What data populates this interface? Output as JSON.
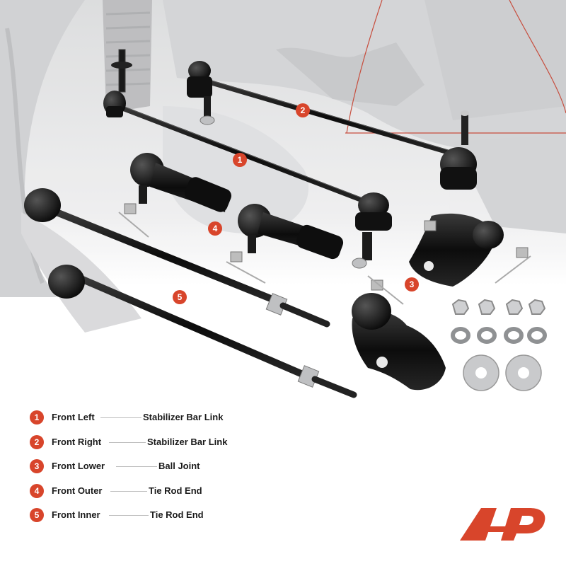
{
  "colors": {
    "accent": "#d8452b",
    "text": "#1a1a1a",
    "part": "#141414"
  },
  "callouts": [
    "1",
    "2",
    "3",
    "4",
    "5"
  ],
  "legend": [
    {
      "num": "1",
      "position": "Front Left",
      "part": "Stabilizer Bar Link"
    },
    {
      "num": "2",
      "position": "Front Right",
      "part": "Stabilizer Bar Link"
    },
    {
      "num": "3",
      "position": "Front Lower",
      "part": "Ball Joint"
    },
    {
      "num": "4",
      "position": "Front Outer",
      "part": "Tie Rod End"
    },
    {
      "num": "5",
      "position": "Front Inner",
      "part": "Tie Rod End"
    }
  ],
  "logo": {
    "icon": "a-premium-logo"
  }
}
